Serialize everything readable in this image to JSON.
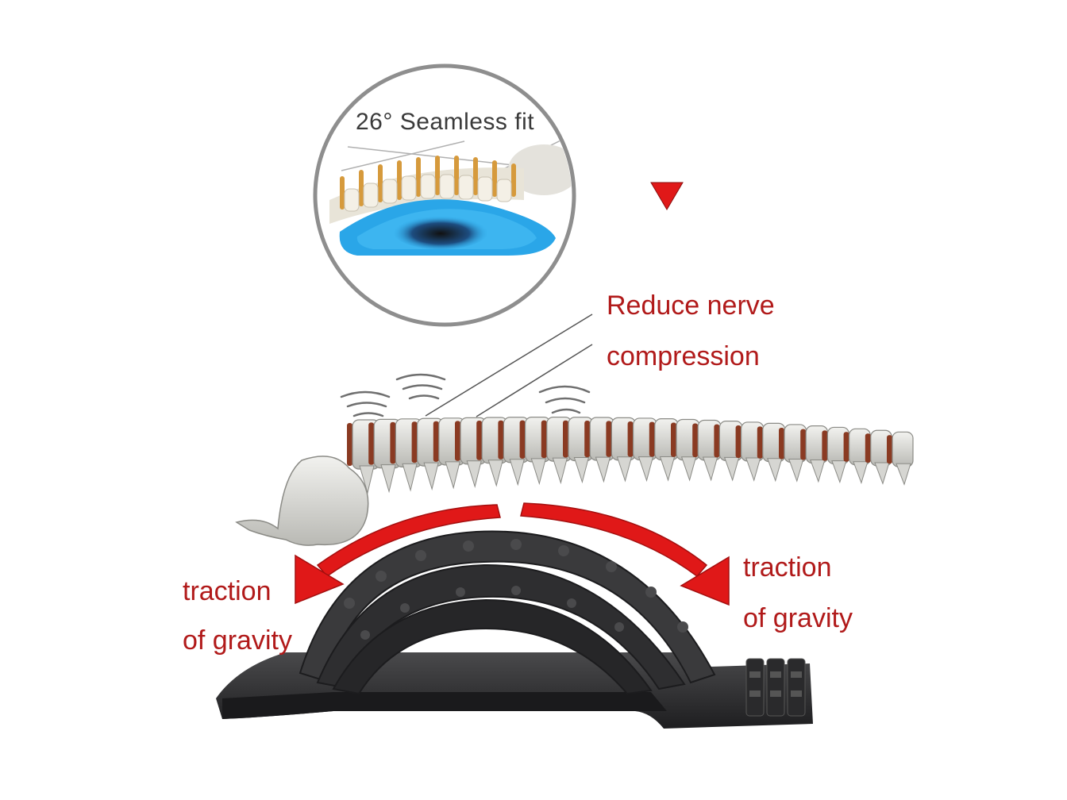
{
  "inset": {
    "title": "26° Seamless fit"
  },
  "callout": {
    "line1": "Reduce nerve",
    "line2": "compression"
  },
  "left_arrow": {
    "line1": "traction",
    "line2": "of gravity"
  },
  "right_arrow": {
    "line1": "traction",
    "line2": "of gravity"
  },
  "colors": {
    "text_red": "#b11a1a",
    "arrow_red": "#e01818",
    "cushion_blue": "#2aa6e8",
    "stretcher_black": "#2e2e30",
    "bone": "#d6d6d2",
    "disc": "#8a3a22"
  },
  "icons": [
    "marker-triangle-icon",
    "vibration-wave-icon",
    "curved-arrow-icon"
  ]
}
